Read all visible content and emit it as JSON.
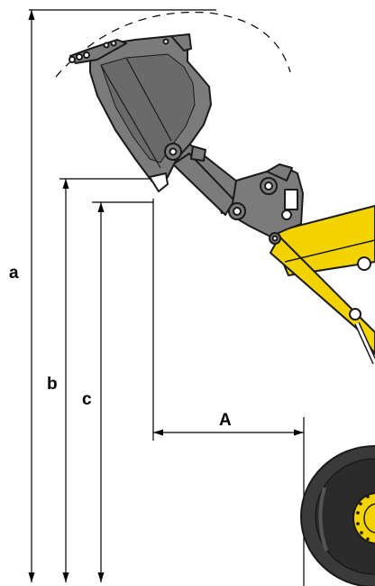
{
  "dimensions": {
    "a": "a",
    "b": "b",
    "c": "c",
    "A": "A"
  },
  "colors": {
    "bucket": "#7b7b7b",
    "bucket_outline": "#1a1a1a",
    "arm_yellow": "#f2d300",
    "tire": "#3a3a3a",
    "rim": "#f2d300",
    "line": "#000000"
  }
}
